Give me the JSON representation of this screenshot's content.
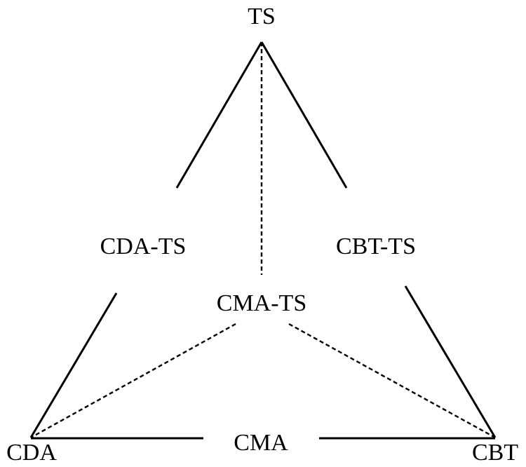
{
  "diagram": {
    "nodes": {
      "ts": "TS",
      "cda_ts": "CDA-TS",
      "cbt_ts": "CBT-TS",
      "cma_ts": "CMA-TS",
      "cda": "CDA",
      "cma": "CMA",
      "cbt": "CBT"
    },
    "edges": [
      {
        "from": "ts",
        "to": "cda_ts",
        "style": "solid"
      },
      {
        "from": "ts",
        "to": "cbt_ts",
        "style": "solid"
      },
      {
        "from": "ts",
        "to": "cma_ts",
        "style": "dashed"
      },
      {
        "from": "cda_ts",
        "to": "cda",
        "style": "solid"
      },
      {
        "from": "cbt_ts",
        "to": "cbt",
        "style": "solid"
      },
      {
        "from": "cda",
        "to": "cma",
        "style": "solid"
      },
      {
        "from": "cma",
        "to": "cbt",
        "style": "solid"
      },
      {
        "from": "cma_ts",
        "to": "cda",
        "style": "dashed"
      },
      {
        "from": "cma_ts",
        "to": "cbt",
        "style": "dashed"
      }
    ],
    "colors": {
      "line": "#000000",
      "text": "#000000",
      "background": "#ffffff"
    }
  }
}
